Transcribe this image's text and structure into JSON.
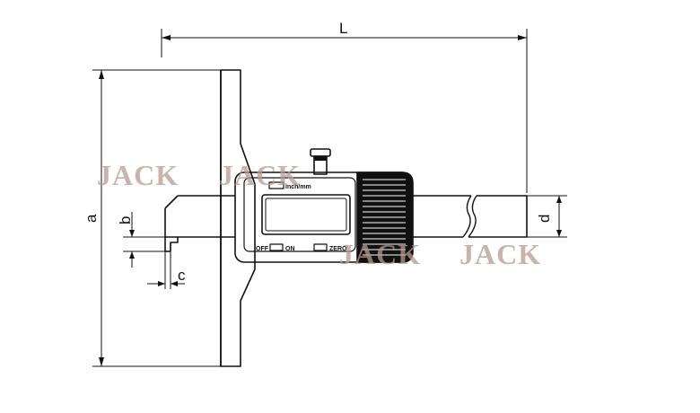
{
  "dimensions": {
    "length": "L",
    "base_height": "a",
    "hook_height": "b",
    "hook_width": "c",
    "beam_height": "d"
  },
  "display": {
    "inch_mm_label": "inch/mm",
    "off_label": "OFF",
    "on_label": "ON",
    "zero_label": "ZERO"
  },
  "watermark": {
    "text": "JACK"
  }
}
